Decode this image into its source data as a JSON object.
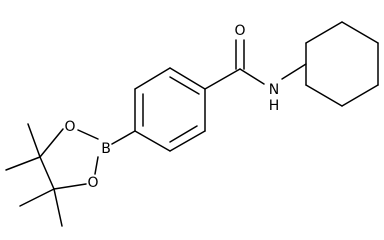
{
  "molecule": {
    "atoms": {
      "oxygen_carbonyl": "O",
      "nitrogen_amide": "N",
      "hydrogen_amide": "H",
      "oxygen_ring_top": "O",
      "oxygen_ring_bottom": "O",
      "boron": "B"
    }
  },
  "colors": {
    "bond": "#000000",
    "background": "#ffffff"
  }
}
